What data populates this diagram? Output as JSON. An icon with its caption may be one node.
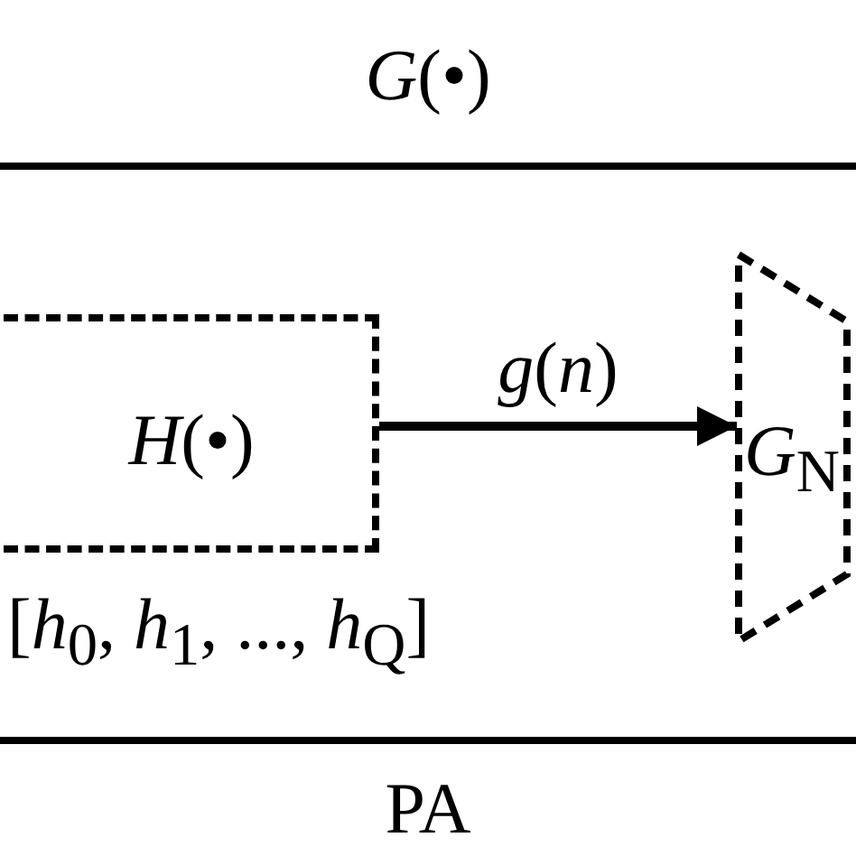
{
  "diagram": {
    "nodes": [
      {
        "text": [
          "*G*(•)",
          "PA"
        ]
      },
      {
        "text": [
          "*H*(•)"
        ],
        "in": 0,
        "beside": [
          "[*h*$_{0}$, *h*$_{1}$, ..., *h*$_{Q}$]"
        ]
      },
      {
        "text": [
          "*G*$_{N}$"
        ],
        "in": 0
      }
    ],
    "edges": [
      {
        "from": 1,
        "to": 2,
        "arrow": "to",
        "label": "*g*(*n*)"
      }
    ]
  }
}
